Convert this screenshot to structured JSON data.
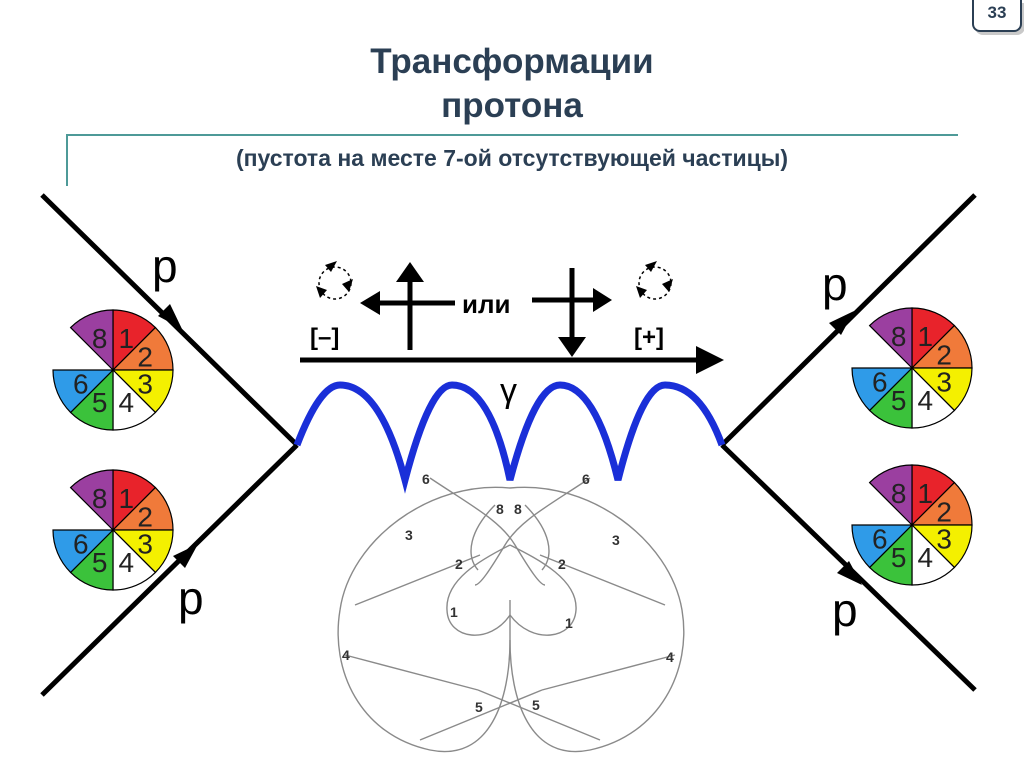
{
  "slide": {
    "number": "33"
  },
  "title": {
    "line1": "Трансформации",
    "line2": "протона"
  },
  "subtitle": "(пустота на месте 7-ой отсутствующей частицы)",
  "labels": {
    "proton": "p",
    "photon": "γ",
    "or": "или",
    "minus": "[–]",
    "plus": "[+]"
  },
  "colors": {
    "title": "#2b3f54",
    "rule": "#4e9a98",
    "wave": "#1a2fd8",
    "line": "#000000"
  },
  "wheel": {
    "segments": [
      {
        "label": "1",
        "color": "#e8232b"
      },
      {
        "label": "2",
        "color": "#f07a3a"
      },
      {
        "label": "3",
        "color": "#f4f000"
      },
      {
        "label": "4",
        "color": "#ffffff"
      },
      {
        "label": "5",
        "color": "#3bc23b"
      },
      {
        "label": "6",
        "color": "#2f9be8"
      },
      {
        "label": "",
        "color": "none"
      },
      {
        "label": "8",
        "color": "#9b3fa0"
      }
    ]
  },
  "trajectory": {
    "left_points": [
      "6",
      "8",
      "3",
      "2",
      "1",
      "4",
      "5"
    ],
    "right_points": [
      "6",
      "8",
      "3",
      "2",
      "1",
      "4",
      "5"
    ]
  }
}
